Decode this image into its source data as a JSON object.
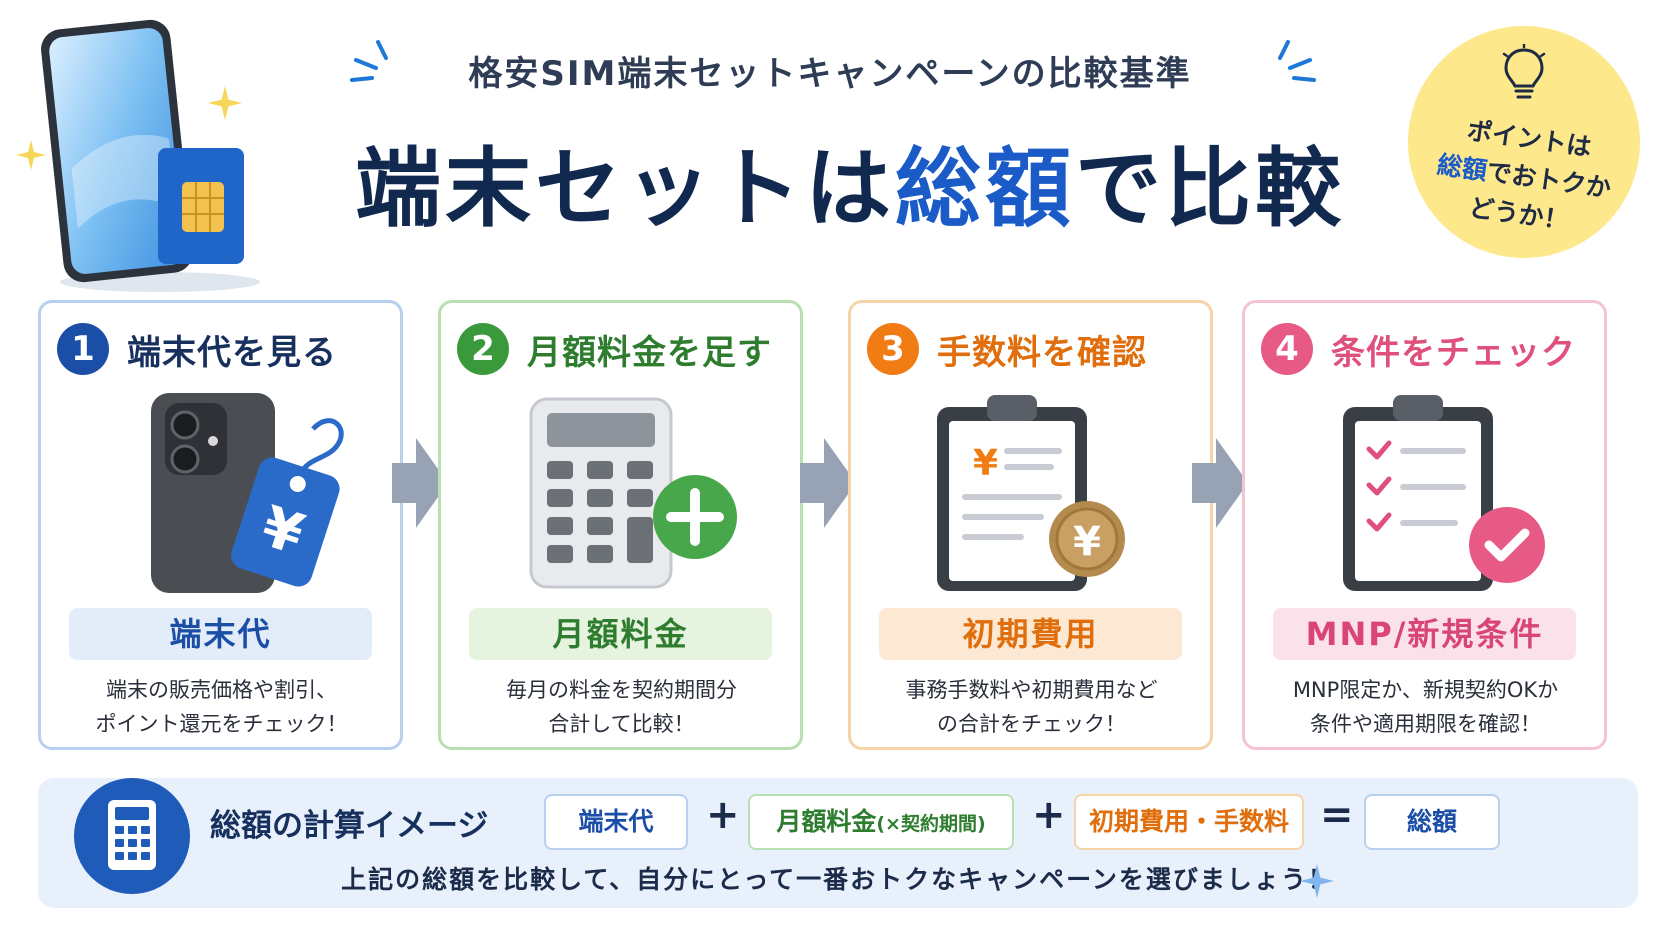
{
  "header": {
    "subtitle": "格安SIM端末セットキャンペーンの比較基準",
    "title_pre": "端末セットは",
    "title_highlight": "総額",
    "title_post": "で比較",
    "point_line1": "ポイントは",
    "point_blue": "総額",
    "point_line2_rest": "でおトクか",
    "point_line3": "どうか！"
  },
  "steps": [
    {
      "num": "1",
      "heading": "端末代を見る",
      "label": "端末代",
      "desc1": "端末の販売価格や割引、",
      "desc2": "ポイント還元をチェック！"
    },
    {
      "num": "2",
      "heading": "月額料金を足す",
      "label": "月額料金",
      "desc1": "毎月の料金を契約期間分",
      "desc2": "合計して比較！"
    },
    {
      "num": "3",
      "heading": "手数料を確認",
      "label": "初期費用",
      "desc1": "事務手数料や初期費用など",
      "desc2": "の合計をチェック！"
    },
    {
      "num": "4",
      "heading": "条件をチェック",
      "label": "MNP/新規条件",
      "desc1": "MNP限定か、新規契約OKか",
      "desc2": "条件や適用期限を確認！"
    }
  ],
  "calc": {
    "title": "総額の計算イメージ",
    "box1": "端末代",
    "box2": "月額料金",
    "box2_small": "(×契約期間)",
    "box3": "初期費用・手数料",
    "box4": "総額",
    "plus": "+",
    "equals": "=",
    "note": "上記の総額を比較して、自分にとって一番おトクなキャンペーンを選びましょう！"
  },
  "icons": {
    "hero": "smartphone-with-sim-icon",
    "bulb": "lightbulb-icon",
    "step1": "phone-price-tag-icon",
    "step2": "calculator-plus-icon",
    "step3": "clipboard-yen-coin-icon",
    "step4": "checklist-check-icon",
    "calc": "calculator-icon"
  },
  "colors": {
    "navy": "#12294f",
    "blue": "#1a5bc8",
    "green": "#3a9a3b",
    "orange": "#f07c13",
    "pink": "#e85a86",
    "yellow": "#fde88b"
  }
}
